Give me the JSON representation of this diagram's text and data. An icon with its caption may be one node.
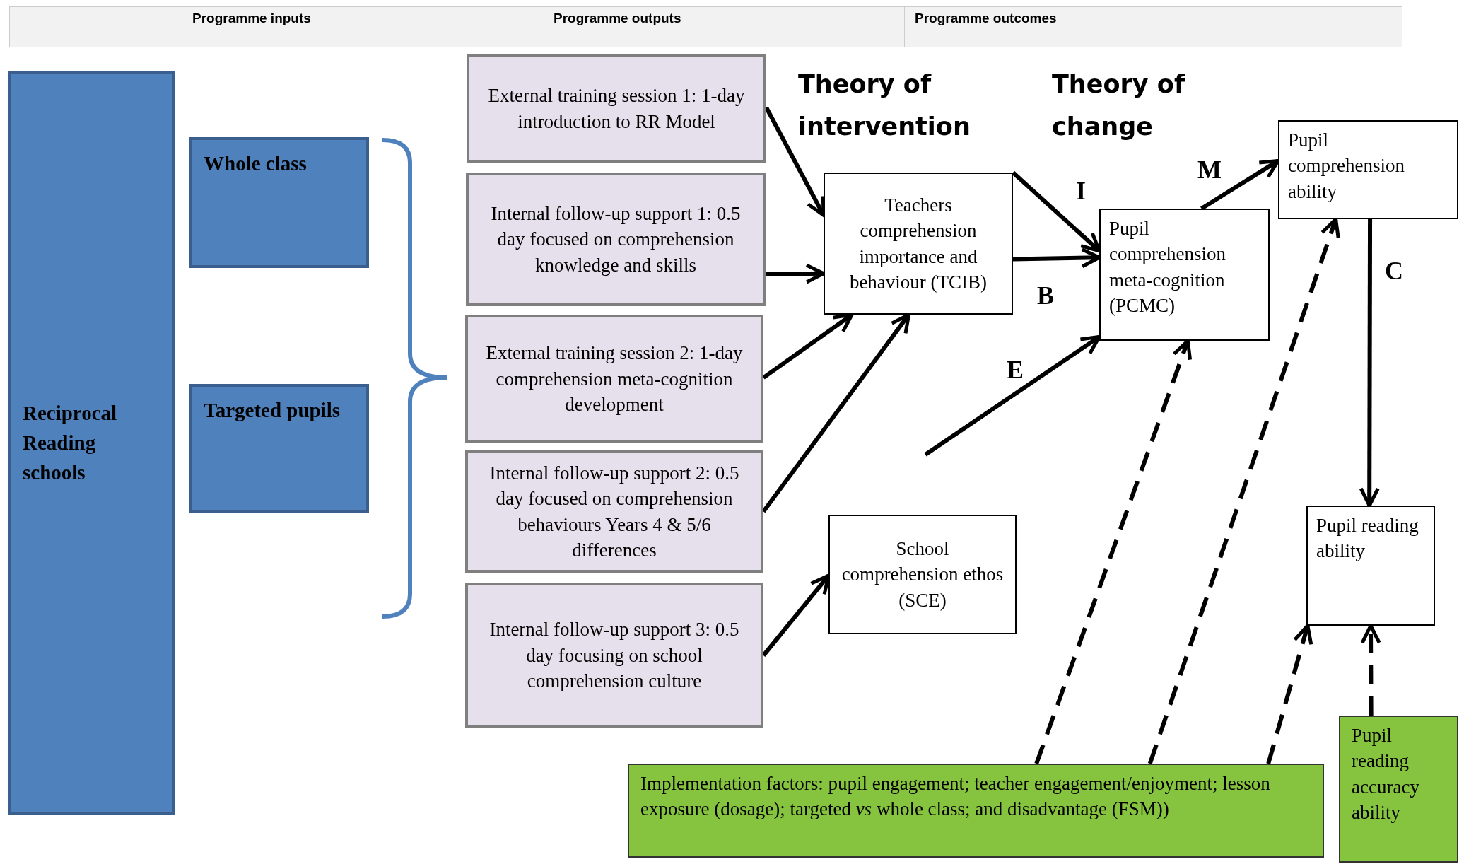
{
  "diagram": {
    "nodes": [
      {
        "text": [
          "Reciprocal Reading schools"
        ]
      },
      {
        "text": [
          "Whole class"
        ]
      },
      {
        "text": [
          "Targeted pupils"
        ]
      },
      {
        "text": [
          "External training session 1: 1-day introduction to RR Model"
        ]
      },
      {
        "text": [
          "Internal follow-up support 1: 0.5 day focused on comprehension knowledge and skills"
        ]
      },
      {
        "text": [
          "External training session 2: 1-day comprehension meta-cognition development"
        ]
      },
      {
        "text": [
          "Internal follow-up support 2: 0.5 day focused on comprehension behaviours Years 4 & 5/6 differences"
        ]
      },
      {
        "text": [
          "Internal follow-up support 3: 0.5 day focusing on school comprehension culture"
        ]
      },
      {
        "text": [
          "Teachers comprehension importance and behaviour (TCIB)"
        ]
      },
      {
        "text": [
          "Pupil comprehension meta-cognition (PCMC)"
        ]
      },
      {
        "text": [
          "Pupil comprehension ability"
        ]
      },
      {
        "text": [
          "School comprehension ethos (SCE)"
        ]
      },
      {
        "text": [
          "Pupil reading ability"
        ]
      },
      {
        "text": [
          "Implementation factors: pupil engagement; teacher engagement/enjoyment; lesson exposure (dosage); targeted *vs* whole class; and disadvantage (FSM))"
        ]
      },
      {
        "text": [
          "Pupil reading accuracy ability"
        ]
      }
    ],
    "edges": [
      {
        "from": 3,
        "to": 8,
        "arrow": "to"
      },
      {
        "from": 4,
        "to": 8,
        "arrow": "to"
      },
      {
        "from": 5,
        "to": 8,
        "arrow": "to"
      },
      {
        "from": 6,
        "to": 8,
        "arrow": "to"
      },
      {
        "from": 7,
        "to": 11,
        "arrow": "to"
      },
      {
        "from": 8,
        "to": 9,
        "arrow": "to",
        "label": "I"
      },
      {
        "from": 8,
        "to": 9,
        "arrow": "to",
        "label": "B"
      },
      {
        "from": null,
        "to": 9,
        "arrow": "to",
        "label": "E"
      },
      {
        "from": 9,
        "to": 10,
        "arrow": "to",
        "label": "M"
      },
      {
        "from": 10,
        "to": 12,
        "arrow": "to",
        "label": "C"
      },
      {
        "from": 13,
        "to": 9,
        "arrow": "to",
        "style": "dashed"
      },
      {
        "from": 13,
        "to": 10,
        "arrow": "to",
        "style": "dashed"
      },
      {
        "from": 13,
        "to": 12,
        "arrow": "to",
        "style": "dashed"
      },
      {
        "from": 14,
        "to": 12,
        "arrow": "to",
        "style": "dashed"
      }
    ],
    "labels": [
      "Programme inputs",
      "Programme outputs",
      "Programme outcomes",
      "Theory of intervention",
      "Theory of change"
    ]
  }
}
